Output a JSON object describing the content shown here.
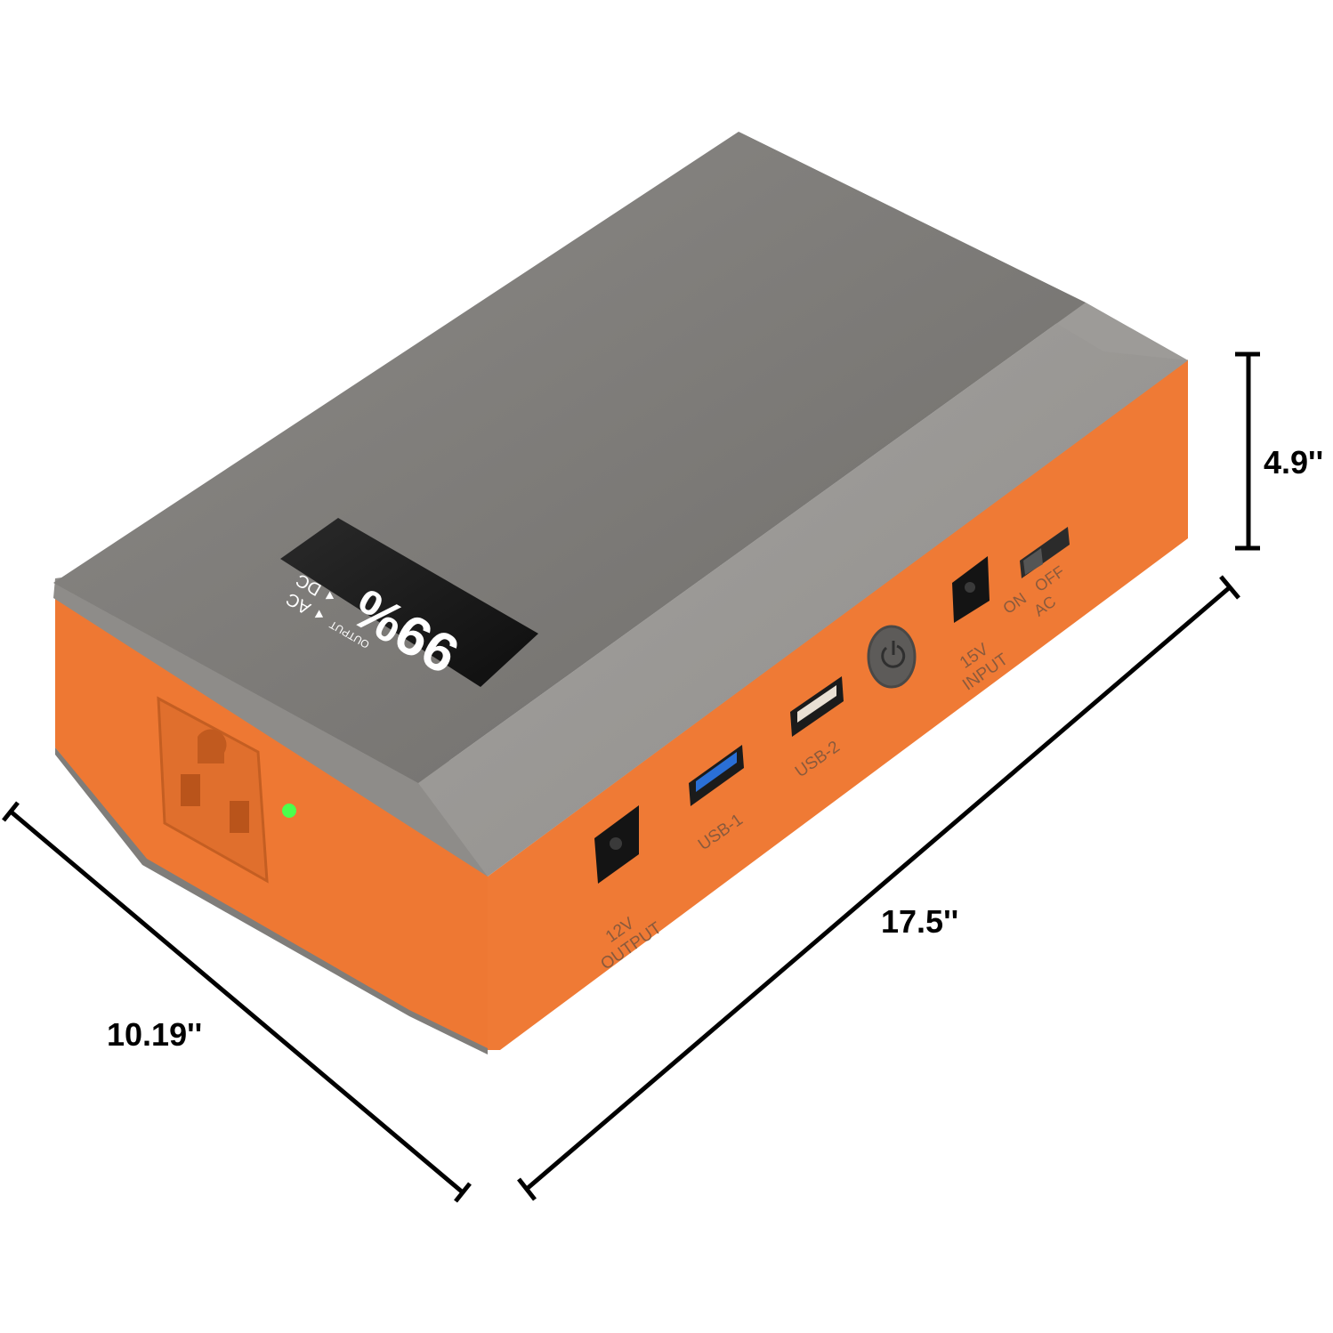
{
  "dimensions": {
    "length": "17.5''",
    "width": "10.19''",
    "height": "4.9''"
  },
  "display": {
    "percent": "99%",
    "output_label": "OUTPUT",
    "ac_label": "AC",
    "dc_label": "DC",
    "battery_level": 0.99
  },
  "ports": {
    "dc_output_line1": "12V",
    "dc_output_line2": "OUTPUT",
    "usb1": "USB-1",
    "usb2": "USB-2",
    "dc_input_line1": "15V",
    "dc_input_line2": "INPUT",
    "ac_switch_on": "ON",
    "ac_switch_off": "OFF",
    "ac_switch_label": "AC"
  },
  "colors": {
    "shell_orange": "#ef7a35",
    "shell_gray": "#7e7c79",
    "led_green": "#4cff4c",
    "lcd_background": "#151515",
    "usb1_blue": "#2a6fd6"
  }
}
